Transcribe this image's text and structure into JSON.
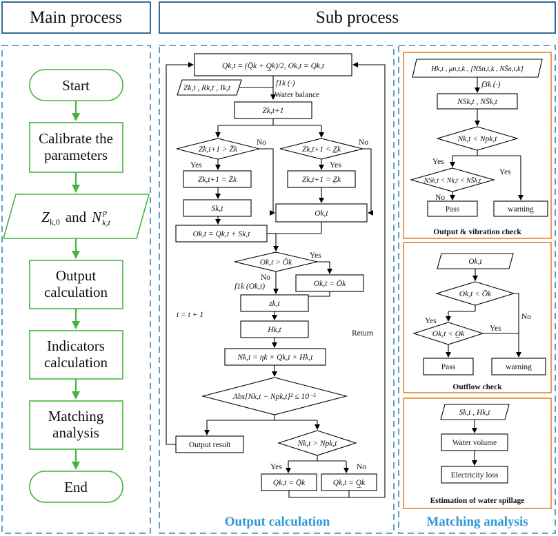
{
  "headers": {
    "main": "Main process",
    "sub": "Sub process"
  },
  "main_flow": {
    "start": "Start",
    "calibrate_1": "Calibrate the",
    "calibrate_2": "parameters",
    "input_a": "Z",
    "input_a_sub": "k,0",
    "input_and": "and",
    "input_b": "N",
    "input_b_sup": "p",
    "input_b_sub": "k,t",
    "output_1": "Output",
    "output_2": "calculation",
    "indicators_1": "Indicators",
    "indicators_2": "calculation",
    "matching_1": "Matching",
    "matching_2": "analysis",
    "end": "End"
  },
  "sub_flow": {
    "init_box": "Qk,t = (Q̄k + Q̲k)/2, Ok,t = Qk,t",
    "inputs": "Zk,t , Rk,t , Ik,t",
    "f1k": "f1k (·)",
    "water_balance": "Water balance",
    "z_next": "Zk,t+1",
    "cond_upper": "Zk,t+1 > Z̄k",
    "cond_lower": "Zk,t+1 < Z̲k",
    "set_upper": "Zk,t+1 = Z̄k",
    "set_lower": "Zk,t+1 = Z̲k",
    "s_box": "Sk,t",
    "o_box": "Ok,t",
    "o_eq": "Ok,t = Qk,t + Sk,t",
    "cond_o": "Ok,t > Ōk",
    "set_o": "Ok,t = Ōk",
    "f1k_o": "f1k (Ok,t)",
    "zk_lower": "zk,t",
    "h_box": "Hk,t",
    "n_eq": "Nk,t = ηk × Qk,t × Hk,t",
    "abs_cond": "Abs[Nk,t − Npk,t]² ≤ 10⁻⁵",
    "output_result": "Output result",
    "cond_n": "Nk,t > Npk,t",
    "q_upper": "Qk,t = Q̄k",
    "q_lower": "Qk,t = Q̲k",
    "t_inc": "t = t + 1",
    "return": "Return",
    "yes": "Yes",
    "no": "No",
    "caption": "Output calculation"
  },
  "check1": {
    "input": "Hk,t , μn,t,k , [NSn,t,k , NS̄n,t,k]",
    "f3k": "f3k (·)",
    "ns_box": "NSk,t , NS̄k,t",
    "cond_n": "Nk,t < Npk,t",
    "cond_ns": "NSk,t < Nk,t < NS̄k,t",
    "pass": "Pass",
    "warning": "warning",
    "title": "Output & vibration check"
  },
  "check2": {
    "input": "Ok,t",
    "cond1": "Ok,t < Ōk",
    "cond2": "Ok,t < O̲k",
    "pass": "Pass",
    "warning": "warning",
    "title": "Outflow check"
  },
  "check3": {
    "input": "Sk,t , Hk,t",
    "water_volume": "Water volume",
    "electricity": "Electricity loss",
    "title": "Estimation of water spillage"
  },
  "caption_right": "Matching analysis",
  "colors": {
    "green": "#46b43c",
    "orange": "#ed8c3c",
    "frame": "#2f6e96",
    "dash": "#3a86b8",
    "caption": "#2f97d5"
  }
}
